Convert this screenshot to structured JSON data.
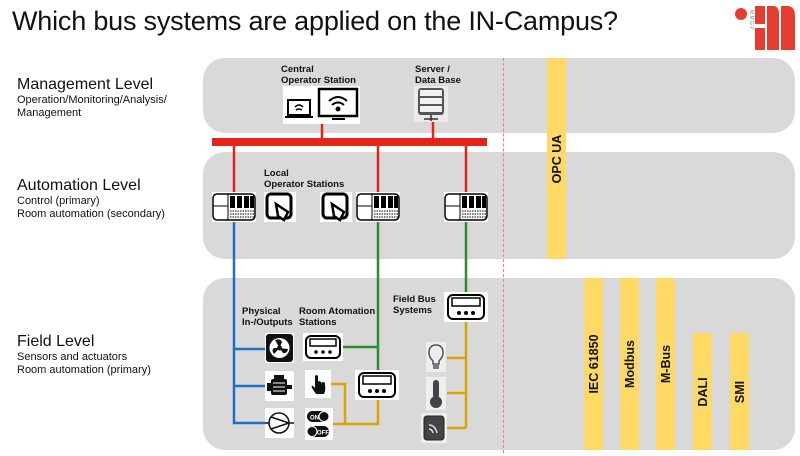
{
  "title": "Which bus systems are applied on the IN-Campus?",
  "logo": {
    "icon": "pgmm-logo",
    "vertical_text": "PGMM",
    "color": "#e63c2f"
  },
  "levels": [
    {
      "title": "Management Level",
      "subtitle_lines": [
        "Operation/Monitoring/Analysis/",
        "Management"
      ]
    },
    {
      "title": "Automation Level",
      "subtitle_lines": [
        "Control (primary)",
        "Room automation (secondary)"
      ]
    },
    {
      "title": "Field Level",
      "subtitle_lines": [
        "Sensors and actuators",
        "Room automation (primary)"
      ]
    }
  ],
  "diagram_labels": {
    "central_operator_station": [
      "Central",
      "Operator Station"
    ],
    "server": [
      "Server /",
      "Data Base"
    ],
    "local_operator_stations": [
      "Local",
      "Operator Stations"
    ],
    "physical_io": [
      "Physical",
      "In-/Outputs"
    ],
    "room_automation_stations": [
      "Room Atomation",
      "Stations"
    ],
    "field_bus_systems": [
      "Field Bus",
      "Systems"
    ],
    "on_switch": "ON",
    "off_switch": "OFF"
  },
  "bus_systems": [
    {
      "name": "OPC UA",
      "level": "management-automation"
    },
    {
      "name": "IEC 61850",
      "level": "field"
    },
    {
      "name": "Modbus",
      "level": "field"
    },
    {
      "name": "M-Bus",
      "level": "field"
    },
    {
      "name": "DALI",
      "level": "field"
    },
    {
      "name": "SMI",
      "level": "field"
    }
  ],
  "colors": {
    "band": "#d9d9d9",
    "ethernet_bus": "#e3241b",
    "blue_line": "#1f6fc4",
    "green_line": "#2e8b2e",
    "field_line": "#d9a300",
    "bus_bar": "#ffd966",
    "divider": "#e88080"
  }
}
